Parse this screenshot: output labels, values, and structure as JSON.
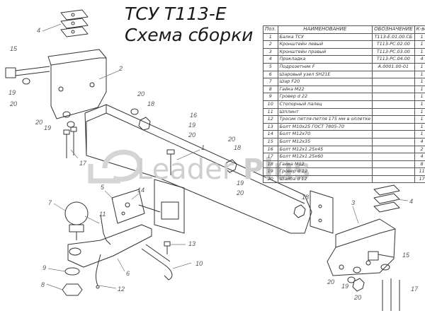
{
  "title": {
    "line1": "ТСУ Т113-Е",
    "line2": "Схема сборки"
  },
  "table": {
    "headers": [
      "Поз.",
      "НАИМЕНОВАНИЕ",
      "ОБОЗНАЧЕНИЕ",
      "К-во"
    ],
    "rows": [
      [
        "1",
        "Балка ТСУ",
        "Т113-Е.01.00.СБ",
        "1"
      ],
      [
        "2",
        "Кронштейн левый",
        "Т113-РС.02.00",
        "1"
      ],
      [
        "3",
        "Кронштейн правый",
        "Т113-РС.03.00",
        "1"
      ],
      [
        "4",
        "Прокладка",
        "Т113-РС.04.00",
        "4"
      ],
      [
        "5",
        "Подрозетник F",
        "A.0001.00-01",
        "1"
      ],
      [
        "6",
        "Шаровый узел SH21E",
        "",
        "1"
      ],
      [
        "7",
        "Шар F20",
        "",
        "1"
      ],
      [
        "8",
        "Гайка М22",
        "",
        "1"
      ],
      [
        "9",
        "Гровер d 22",
        "",
        "1"
      ],
      [
        "10",
        "Стопорный палец",
        "",
        "1"
      ],
      [
        "11",
        "Шплинт",
        "",
        "1"
      ],
      [
        "12",
        "Тросик петля-петля 175 мм в оплетке",
        "",
        "1"
      ],
      [
        "13",
        "Болт М10х25 ГОСТ 7805-70",
        "",
        "1"
      ],
      [
        "14",
        "Болт М12х70",
        "",
        "1"
      ],
      [
        "15",
        "Болт М12х35",
        "",
        "4"
      ],
      [
        "16",
        "Болт М12х1.25х45",
        "",
        "2"
      ],
      [
        "17",
        "Болт М12х1.25х60",
        "",
        "4"
      ],
      [
        "18",
        "Гайка М12",
        "",
        "8"
      ],
      [
        "19",
        "Гровер d 12",
        "",
        "11"
      ],
      [
        "20",
        "Шайба d 12",
        "",
        "17"
      ]
    ]
  },
  "watermark": {
    "light": "Leader ",
    "bold": "Plus"
  },
  "callouts": [
    {
      "id": "c1",
      "text": "1"
    },
    {
      "id": "c2",
      "text": "2"
    },
    {
      "id": "c3",
      "text": "3"
    },
    {
      "id": "c4a",
      "text": "4"
    },
    {
      "id": "c4b",
      "text": "4"
    },
    {
      "id": "c5",
      "text": "5"
    },
    {
      "id": "c6",
      "text": "6"
    },
    {
      "id": "c7",
      "text": "7"
    },
    {
      "id": "c8",
      "text": "8"
    },
    {
      "id": "c9",
      "text": "9"
    },
    {
      "id": "c10",
      "text": "10"
    },
    {
      "id": "c11",
      "text": "11"
    },
    {
      "id": "c12",
      "text": "12"
    },
    {
      "id": "c13",
      "text": "13"
    },
    {
      "id": "c14",
      "text": "14"
    },
    {
      "id": "c15a",
      "text": "15"
    },
    {
      "id": "c15b",
      "text": "15"
    },
    {
      "id": "c16",
      "text": "16"
    },
    {
      "id": "c17a",
      "text": "17"
    },
    {
      "id": "c17b",
      "text": "17"
    },
    {
      "id": "c18a",
      "text": "18"
    },
    {
      "id": "c18b",
      "text": "18"
    },
    {
      "id": "c18c",
      "text": "18"
    },
    {
      "id": "c19a",
      "text": "19"
    },
    {
      "id": "c19b",
      "text": "19"
    },
    {
      "id": "c19c",
      "text": "19"
    },
    {
      "id": "c19d",
      "text": "19"
    },
    {
      "id": "c19e",
      "text": "19"
    },
    {
      "id": "c20a",
      "text": "20"
    },
    {
      "id": "c20b",
      "text": "20"
    },
    {
      "id": "c20c",
      "text": "20"
    },
    {
      "id": "c20d",
      "text": "20"
    },
    {
      "id": "c20e",
      "text": "20"
    },
    {
      "id": "c20f",
      "text": "20"
    },
    {
      "id": "c20g",
      "text": "20"
    },
    {
      "id": "c20h",
      "text": "20"
    }
  ],
  "colors": {
    "line": "#333333",
    "label": "#555555",
    "watermark": "#cfcfcf"
  }
}
